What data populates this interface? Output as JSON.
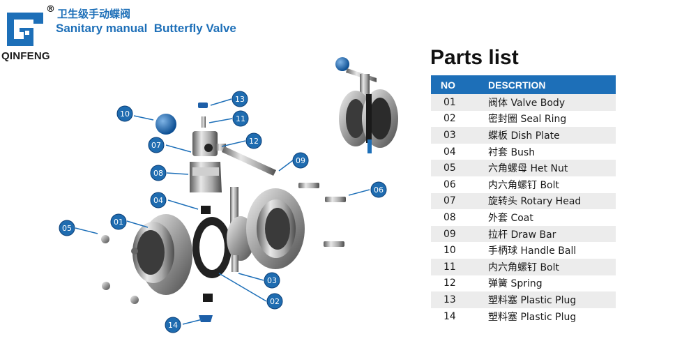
{
  "header": {
    "brand": "QINFENG",
    "registered_mark": "®",
    "title_cn": "卫生级手动蝶阀",
    "title_en": "Sanitary manual  Butterfly Valve"
  },
  "colors": {
    "accent": "#1d6fb8",
    "marker": "#1f6cb0",
    "row_stripe": "#ececec",
    "header_text": "#ffffff"
  },
  "parts_list": {
    "title": "Parts list",
    "columns": {
      "no": "NO",
      "desc": "DESCRTION"
    },
    "rows": [
      {
        "no": "01",
        "desc": "阀体 Valve Body"
      },
      {
        "no": "02",
        "desc": "密封圈 Seal Ring"
      },
      {
        "no": "03",
        "desc": "蝶板 Dish Plate"
      },
      {
        "no": "04",
        "desc": "衬套 Bush"
      },
      {
        "no": "05",
        "desc": "六角螺母 Het Nut"
      },
      {
        "no": "06",
        "desc": "内六角螺钉 Bolt"
      },
      {
        "no": "07",
        "desc": "旋转头 Rotary Head"
      },
      {
        "no": "08",
        "desc": "外套 Coat"
      },
      {
        "no": "09",
        "desc": "拉杆 Draw Bar"
      },
      {
        "no": "10",
        "desc": "手柄球 Handle Ball"
      },
      {
        "no": "11",
        "desc": "内六角螺钉 Bolt"
      },
      {
        "no": "12",
        "desc": "弹簧 Spring"
      },
      {
        "no": "13",
        "desc": "塑料塞 Plastic Plug"
      },
      {
        "no": "14",
        "desc": "塑料塞 Plastic Plug"
      }
    ]
  },
  "callouts": [
    "01",
    "02",
    "03",
    "04",
    "05",
    "06",
    "07",
    "08",
    "09",
    "10",
    "11",
    "12",
    "13",
    "14"
  ]
}
